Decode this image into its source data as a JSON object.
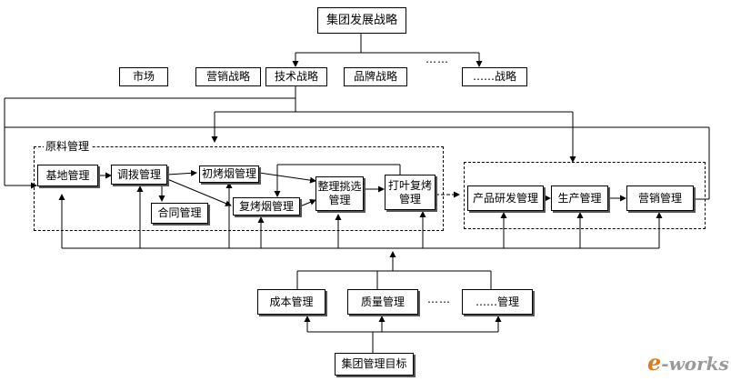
{
  "top": {
    "strategy": "集团发展战略"
  },
  "sub_strategies": {
    "market": "市场",
    "marketing": "营销战略",
    "technology": "技术战略",
    "brand": "品牌战略",
    "ellipsis": "……",
    "other": "……战略"
  },
  "raw_material": {
    "title": "原料管理",
    "base": "基地管理",
    "allocation": "调拨管理",
    "contract": "合同管理",
    "first_cure": "初烤烟管理",
    "re_cure": "复烤烟管理",
    "sorting": "整理挑选管理",
    "threshing": "打叶复烤管理"
  },
  "production_chain": {
    "rnd": "产品研发管理",
    "production": "生产管理",
    "sales": "营销管理"
  },
  "support": {
    "cost": "成本管理",
    "quality": "质量管理",
    "ellipsis": "……",
    "other": "……管理"
  },
  "bottom": {
    "goals": "集团管理目标"
  },
  "watermark": {
    "logo_letter": "e",
    "logo_text": "-works"
  },
  "colors": {
    "line": "#000000",
    "logo_orange": "#e07a1a",
    "logo_gray": "#9a9a9a"
  }
}
